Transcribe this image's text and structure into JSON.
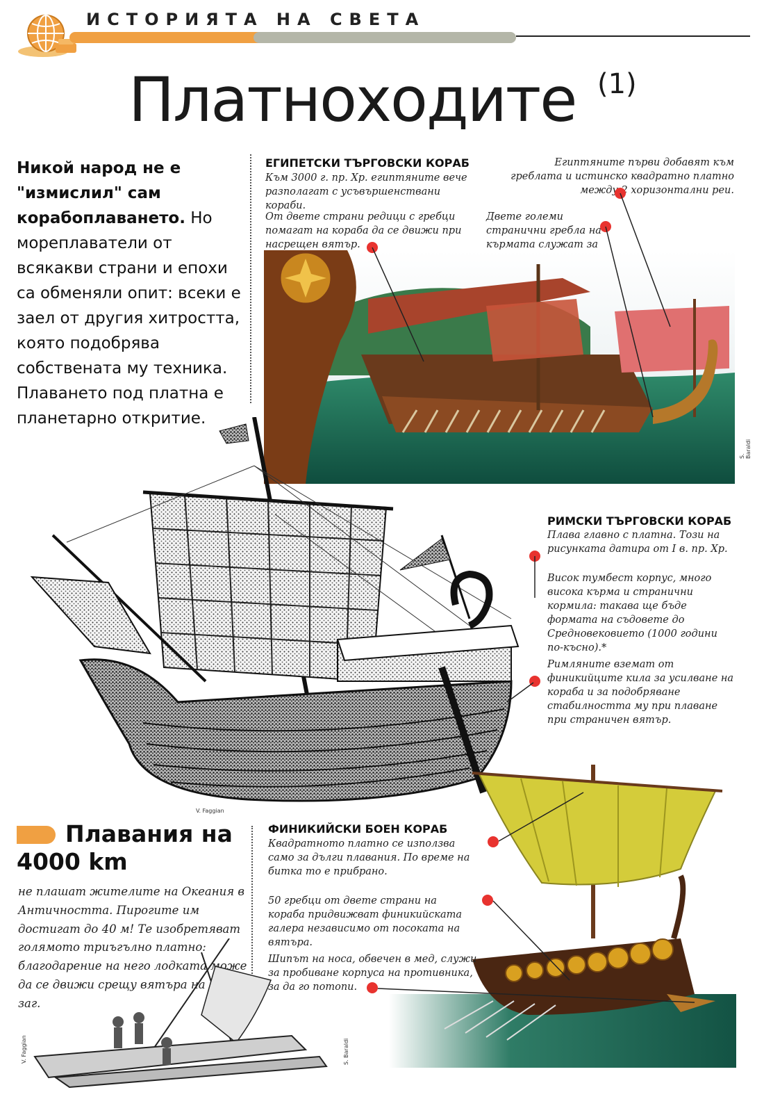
{
  "header": {
    "series_title": "ИСТОРИЯТА НА СВЕТА",
    "page_title": "Платноходите",
    "page_title_sup": "(1)"
  },
  "intro": {
    "bold": "Никой народ не е \"измислил\" сам корабоплаването.",
    "text": "Но мореплаватели от всякакви страни и епохи са обменяли опит: всеки е заел от другия хитростта, която подобрява собствената му техника. Плаването под платна е планетарно откритие."
  },
  "egyptian": {
    "title": "ЕГИПЕТСКИ ТЪРГОВСКИ КОРАБ",
    "caption_top": "Към 3000 г. пр. Хр. египтяните вече разполагат с усъвършенствани кораби.",
    "caption_rowers": "От двете страни редици с гребци помагат на кораба да се движи при насрещен вятър.",
    "caption_oars": "Двете големи странични гребла на кърмата служат за управление на кораба.",
    "caption_sail": "Египтяните първи добавят към греблата и истинско квадратно платно между 2 хоризонтални реи.",
    "credit": "S. Baraldi"
  },
  "roman": {
    "title": "РИМСКИ ТЪРГОВСКИ КОРАБ",
    "caption_1": "Плава главно с платна. Този на рисунката датира от I в. пр. Хр.",
    "caption_2": "Висок тумбест корпус, много висока кърма и странични кормила: такава ще бъде формата на съдовете до Средновековието (1000 години по-късно).*",
    "caption_3": "Римляните вземат от финикийците кила за усилване на кораба и за подобряване стабилността му при плаване при страничен вятър.",
    "credit": "V. Faggian"
  },
  "phoenician": {
    "title": "ФИНИКИЙСКИ БОЕН КОРАБ",
    "caption_1": "Квадратното платно се използва само за дълги плавания. По време на битка то е прибрано.",
    "caption_2": "50 гребци от двете страни на кораба придвижват финикийската галера независимо от посоката на вятъра.",
    "caption_3": "Шипът на носа, обвечен в мед, служи за пробиване корпуса на противника, за да го потопи.",
    "credit": "S. Baraldi"
  },
  "voyages": {
    "title_line1": "Плавания на",
    "title_line2": "4000 km",
    "text": "не плашат жителите на Океания в Античността. Пирогите им достигат до 40 м! Те изобретяват голямото триъгълно платно: благодарение на него лодката може да се движи срещу вятъра на зиг-заг.",
    "credit": "V. Faggian"
  },
  "colors": {
    "accent_orange": "#f0a042",
    "accent_grey": "#b4b6a8",
    "marker_red": "#e8332f"
  }
}
